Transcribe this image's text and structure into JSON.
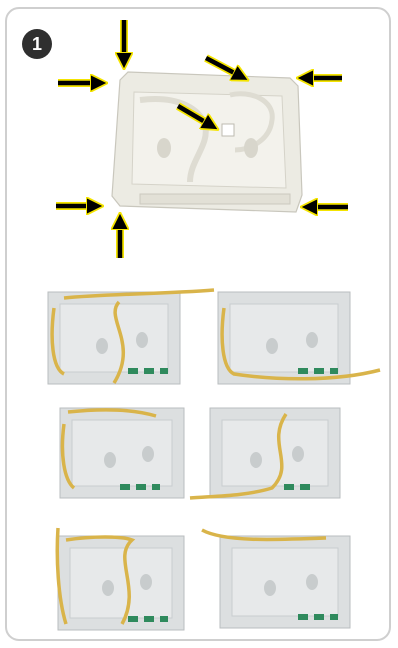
{
  "step": {
    "number": "1"
  },
  "colors": {
    "arrow_fill": "#000000",
    "arrow_outline": "#f4e400",
    "tray_main": "#ecebe3",
    "tray_small": "#dcdfe0",
    "fiber": "#d9b44a",
    "clip_green": "#2f8a5d"
  },
  "icons": [
    "arrow-icon"
  ],
  "trays": [
    {
      "label": "tray-variant-1"
    },
    {
      "label": "tray-variant-2"
    },
    {
      "label": "tray-variant-3"
    },
    {
      "label": "tray-variant-4"
    },
    {
      "label": "tray-variant-5"
    },
    {
      "label": "tray-variant-6"
    }
  ]
}
